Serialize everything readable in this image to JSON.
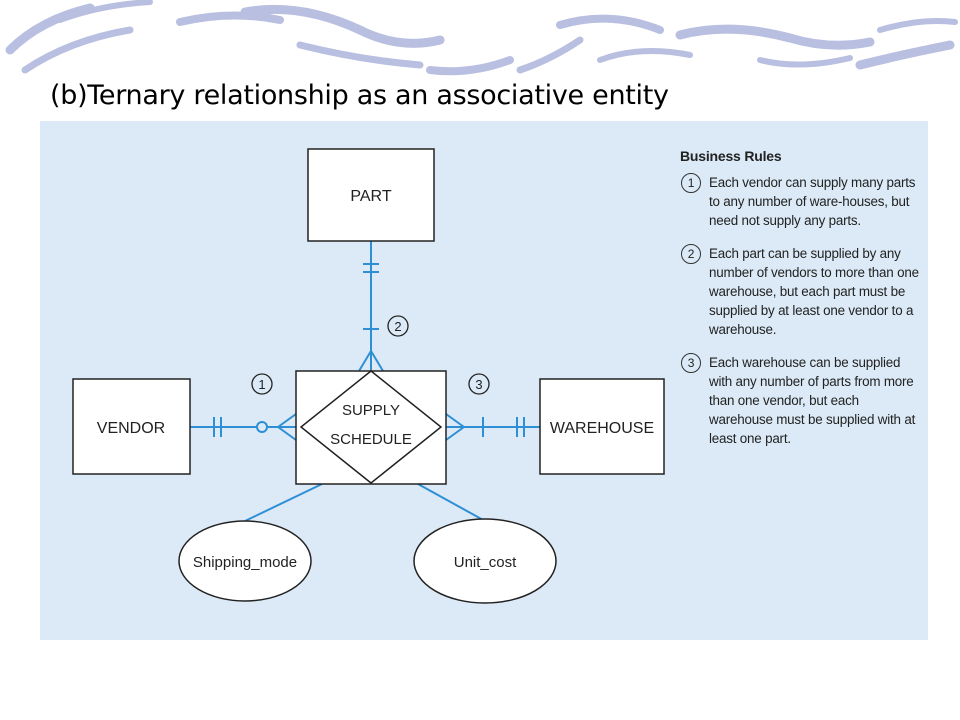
{
  "slide": {
    "title": "(b)Ternary relationship as an associative entity"
  },
  "colors": {
    "panel_background": "#dbeaf6",
    "connector_line": "#2e8fd4",
    "header_stroke": "#b9bfe0"
  },
  "diagram": {
    "entities": {
      "part": "PART",
      "vendor": "VENDOR",
      "warehouse": "WAREHOUSE"
    },
    "associative_entity": {
      "line1": "SUPPLY",
      "line2": "SCHEDULE"
    },
    "attributes": {
      "shipping_mode": "Shipping_mode",
      "unit_cost": "Unit_cost"
    },
    "markers": {
      "vendor": "1",
      "part": "2",
      "warehouse": "3"
    }
  },
  "business_rules": {
    "heading": "Business Rules",
    "items": [
      {
        "number": "1",
        "text": "Each vendor can supply many parts to any number of ware-houses, but need not supply any parts."
      },
      {
        "number": "2",
        "text": "Each part can be supplied by any number of vendors to more than one warehouse, but each part must be supplied by at least one vendor to a warehouse."
      },
      {
        "number": "3",
        "text": "Each warehouse can be supplied with any number of parts from more than one vendor, but each warehouse must be supplied with at least one part."
      }
    ]
  }
}
